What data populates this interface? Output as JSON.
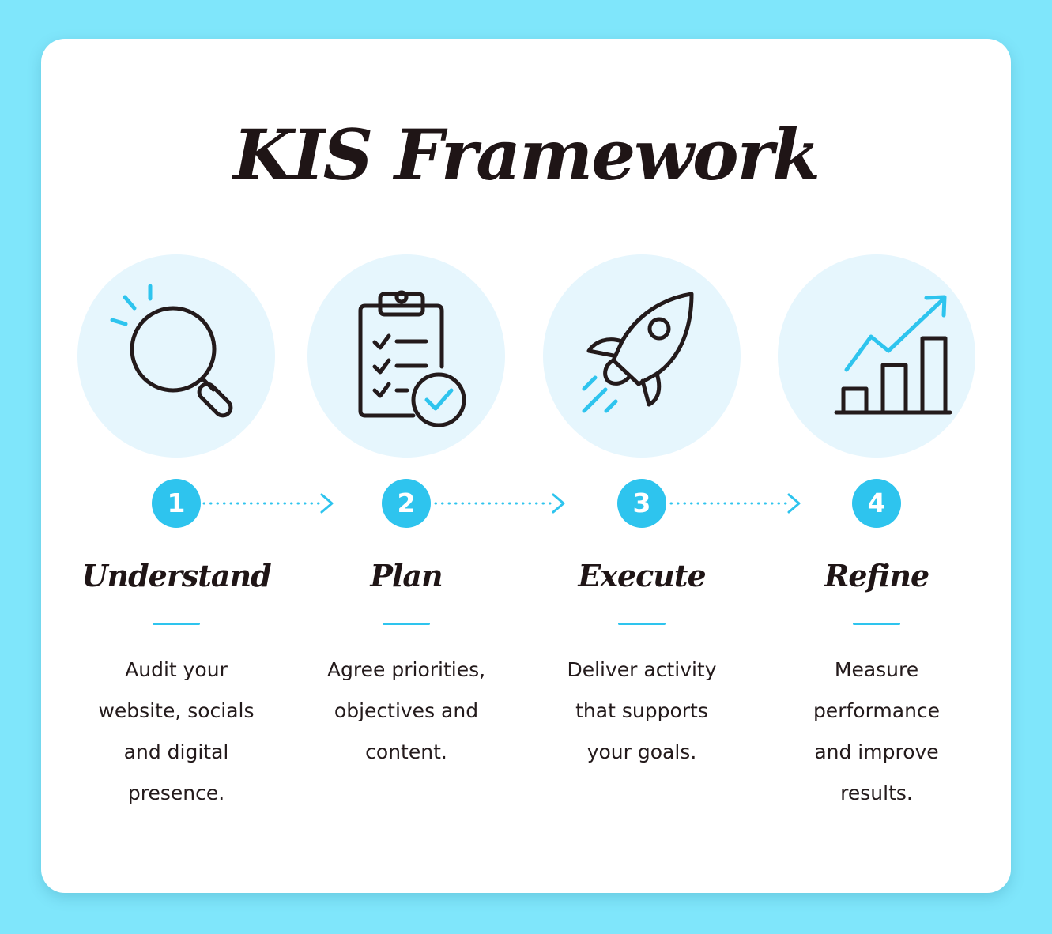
{
  "title": "KIS Framework",
  "accent_color": "#2ec4ee",
  "background_color": "#7fe6fb",
  "steps": [
    {
      "number": "1",
      "title": "Understand",
      "icon": "magnifying-glass-icon",
      "description_lines": [
        "Audit your",
        "website, socials",
        "and digital",
        "presence."
      ]
    },
    {
      "number": "2",
      "title": "Plan",
      "icon": "clipboard-checklist-icon",
      "description_lines": [
        "Agree priorities,",
        "objectives and",
        "content."
      ]
    },
    {
      "number": "3",
      "title": "Execute",
      "icon": "rocket-icon",
      "description_lines": [
        "Deliver activity",
        "that supports",
        "your goals."
      ]
    },
    {
      "number": "4",
      "title": "Refine",
      "icon": "growth-chart-icon",
      "description_lines": [
        "Measure",
        "performance",
        "and improve",
        "results."
      ]
    }
  ]
}
